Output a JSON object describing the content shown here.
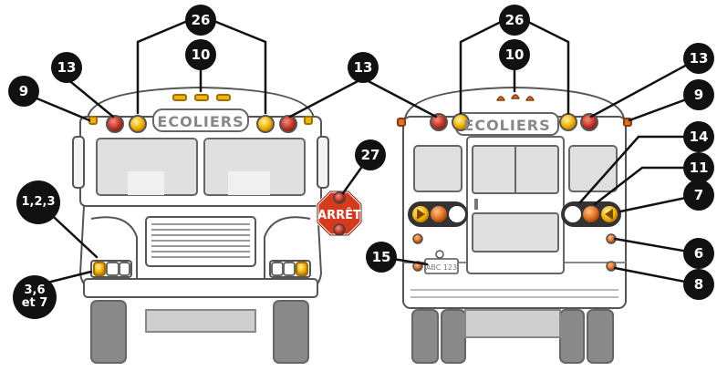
{
  "front_bus": {
    "sign_text": "ECOLIERS",
    "stop_sign_text": "ARRÊT"
  },
  "rear_bus": {
    "sign_text": "ECOLIERS",
    "license_plate_text": "ABC 123"
  },
  "callouts": {
    "c26_front": "26",
    "c10_front": "10",
    "c13_front_left": "13",
    "c13_front_right": "13",
    "c9_front": "9",
    "c27": "27",
    "c123": "1,2,3",
    "c367": "3,6\net 7",
    "c26_rear": "26",
    "c10_rear": "10",
    "c13_rear": "13",
    "c9_rear": "9",
    "c14": "14",
    "c11": "11",
    "c7": "7",
    "c15": "15",
    "c6": "6",
    "c8": "8"
  },
  "colors": {
    "bus_outline": "#555555",
    "bus_fill": "#ffffff",
    "window": "#e0e0e0",
    "wheel": "#8a8a8a",
    "red_lamp": "#c0392b",
    "amber_lamp": "#f5b400",
    "stop_sign": "#d63a1c",
    "callout_bg": "#111111"
  }
}
